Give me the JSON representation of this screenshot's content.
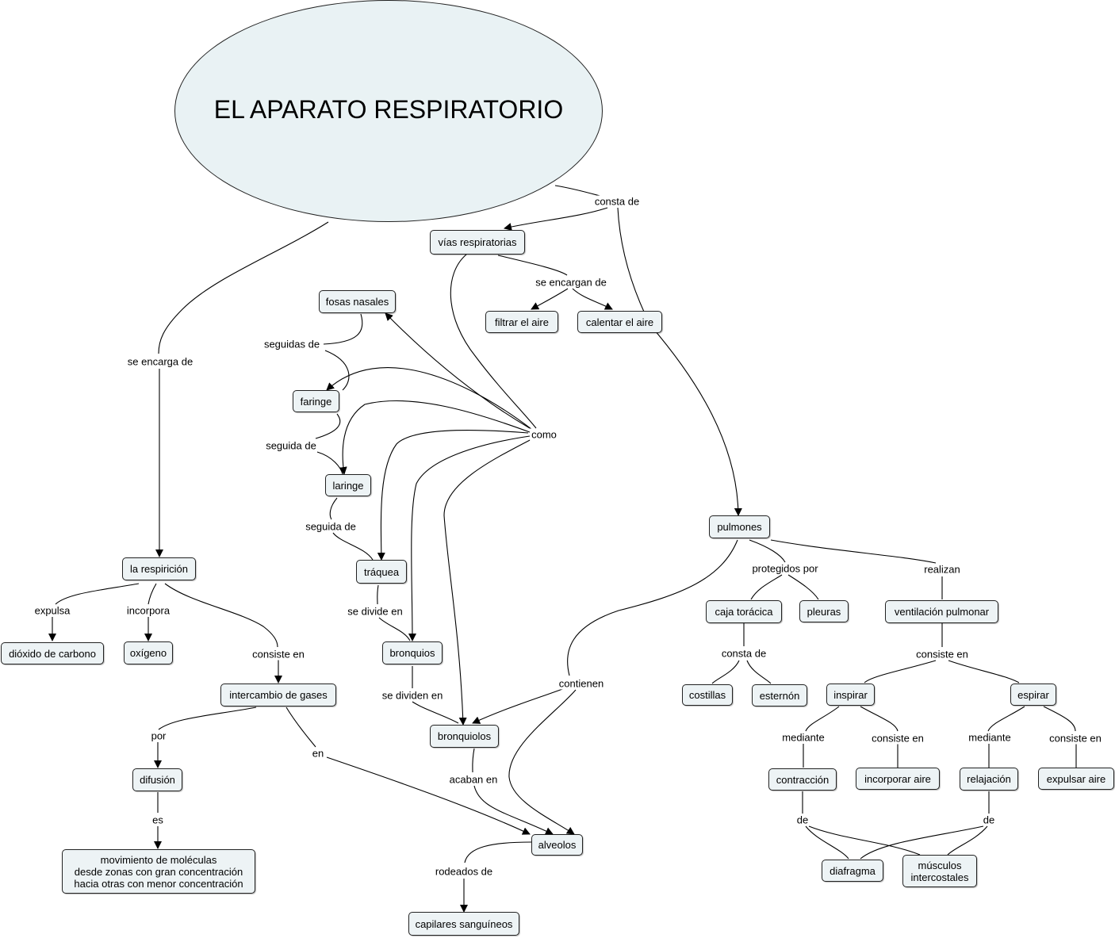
{
  "title": "EL APARATO RESPIRATORIO",
  "nodes": {
    "vias": "vías respiratorias",
    "fosas": "fosas nasales",
    "filtrar": "filtrar el aire",
    "calentar": "calentar el aire",
    "faringe": "faringe",
    "laringe": "laringe",
    "traquea": "tráquea",
    "bronquios": "bronquios",
    "bronquiolos": "bronquiolos",
    "alveolos": "alveolos",
    "capilares": "capilares sanguíneos",
    "respiracion": "la respirición",
    "dioxido": "dióxido de carbono",
    "oxigeno": "oxígeno",
    "intercambio": "intercambio de gases",
    "difusion": "difusión",
    "movimiento": "movimiento de moléculas\ndesde zonas con gran concentración\nhacia otras con menor concentración",
    "pulmones": "pulmones",
    "caja": "caja torácica",
    "pleuras": "pleuras",
    "costillas": "costillas",
    "esternon": "esternón",
    "ventilacion": "ventilación pulmonar",
    "inspirar": "inspirar",
    "espirar": "espirar",
    "contraccion": "contracción",
    "incorporar": "incorporar aire",
    "relajacion": "relajación",
    "expulsar": "expulsar aire",
    "diafragma": "diafragma",
    "musculos": "músculos\nintercostales"
  },
  "labels": {
    "consta_de": "consta de",
    "se_encargan_de": "se encargan de",
    "seguidas_de": "seguidas de",
    "seguida_de_1": "seguida de",
    "seguida_de_2": "seguida de",
    "como": "como",
    "se_divide_en": "se divide en",
    "se_dividen_en": "se dividen en",
    "acaban_en": "acaban en",
    "rodeados_de": "rodeados de",
    "se_encarga_de": "se encarga de",
    "expulsa": "expulsa",
    "incorpora": "incorpora",
    "consiste_en_1": "consiste en",
    "por": "por",
    "en": "en",
    "es": "es",
    "contienen": "contienen",
    "protegidos_por": "protegidos por",
    "realizan": "realizan",
    "consta_de_2": "consta de",
    "consiste_en_2": "consiste en",
    "mediante_1": "mediante",
    "consiste_en_3": "consiste en",
    "mediante_2": "mediante",
    "consiste_en_4": "consiste en",
    "de_1": "de",
    "de_2": "de"
  }
}
